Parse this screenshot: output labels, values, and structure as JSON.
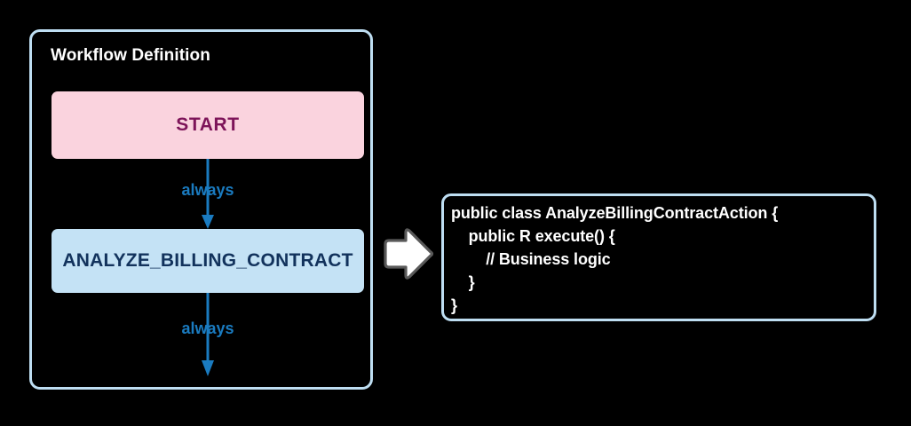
{
  "workflow": {
    "title": "Workflow Definition",
    "nodes": [
      {
        "id": "start",
        "label": "START",
        "fill": "#fad3de",
        "text_color": "#7d1459"
      },
      {
        "id": "analyze",
        "label": "ANALYZE_BILLING_CONTRACT",
        "fill": "#c4e2f5",
        "text_color": "#12325c"
      }
    ],
    "edges": [
      {
        "from": "start",
        "to": "analyze",
        "label": "always"
      },
      {
        "from": "analyze",
        "to": "end",
        "label": "always"
      }
    ],
    "border_color": "#bedef2",
    "edge_color": "#1a7bc0"
  },
  "transform": {
    "icon": "block-arrow-right-icon",
    "fill": "#ffffff",
    "stroke": "#595959"
  },
  "code_panel": {
    "border_color": "#bedef2",
    "text_color": "#ffffff",
    "lines": [
      "public class AnalyzeBillingContractAction {",
      "    public R execute() {",
      "        // Business logic",
      "    }",
      "}"
    ]
  }
}
